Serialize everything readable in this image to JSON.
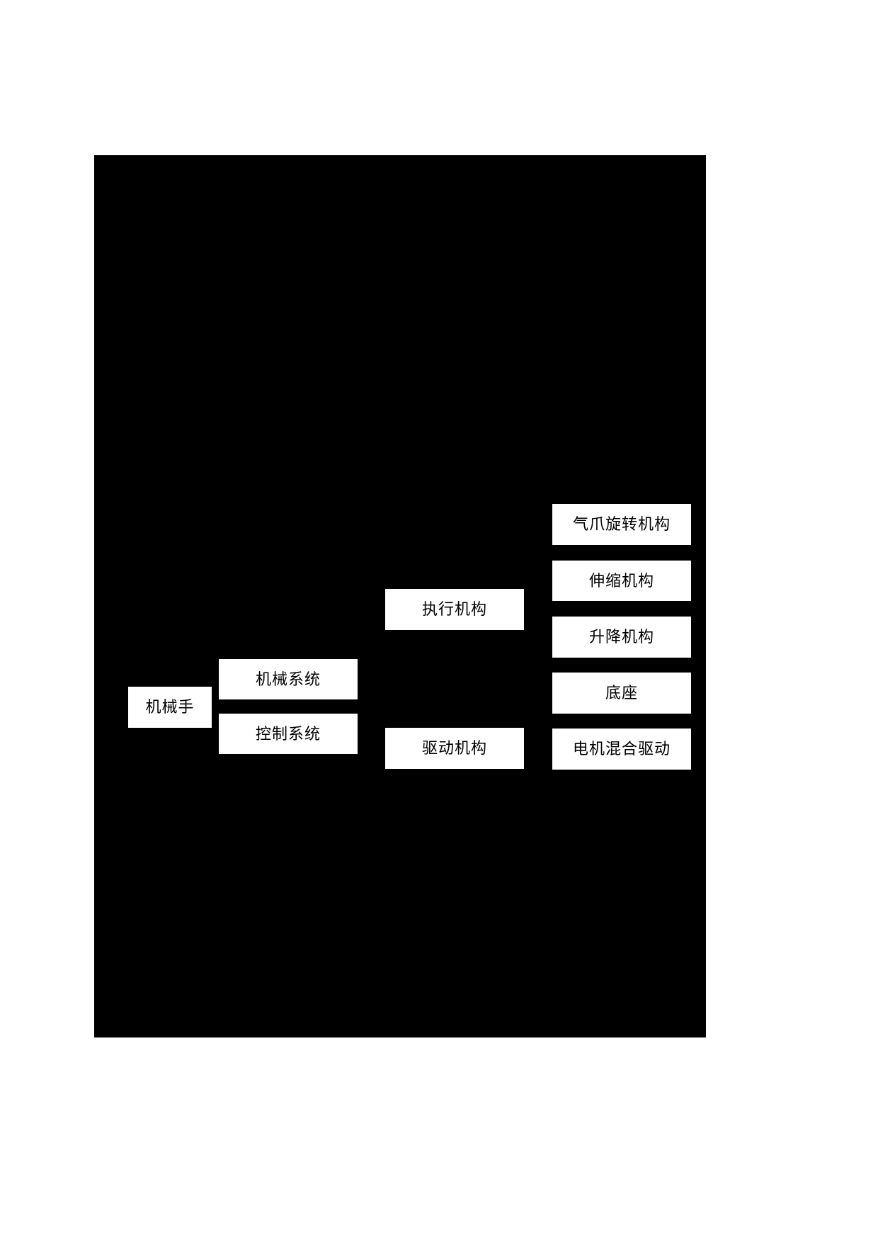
{
  "figure": {
    "background_color": "#000000",
    "page_color": "#ffffff",
    "node_fill": "#ffffff",
    "node_text_color": "#000000",
    "type": "hierarchy-tree"
  },
  "nodes": {
    "root": {
      "label": "机械手",
      "level": 1
    },
    "mechanical_system": {
      "label": "机械系统",
      "level": 2
    },
    "control_system": {
      "label": "控制系统",
      "level": 2
    },
    "actuator_mechanism": {
      "label": "执行机构",
      "level": 3
    },
    "drive_mechanism": {
      "label": "驱动机构",
      "level": 3
    },
    "gripper_rotation_mechanism": {
      "label": "气爪旋转机构",
      "level": 4
    },
    "telescopic_mechanism": {
      "label": "伸缩机构",
      "level": 4
    },
    "lifting_mechanism": {
      "label": "升降机构",
      "level": 4
    },
    "base": {
      "label": "底座",
      "level": 4
    },
    "motor_hybrid_drive": {
      "label": "电机混合驱动",
      "level": 4
    }
  },
  "chart_data": {
    "type": "table",
    "title": "机械手",
    "hierarchy": [
      {
        "label": "机械手",
        "children": [
          {
            "label": "机械系统",
            "children": [
              {
                "label": "执行机构",
                "children": [
                  {
                    "label": "气爪旋转机构"
                  },
                  {
                    "label": "伸缩机构"
                  },
                  {
                    "label": "升降机构"
                  },
                  {
                    "label": "底座"
                  }
                ]
              },
              {
                "label": "驱动机构",
                "children": [
                  {
                    "label": "电机混合驱动"
                  }
                ]
              }
            ]
          },
          {
            "label": "控制系统"
          }
        ]
      }
    ]
  }
}
